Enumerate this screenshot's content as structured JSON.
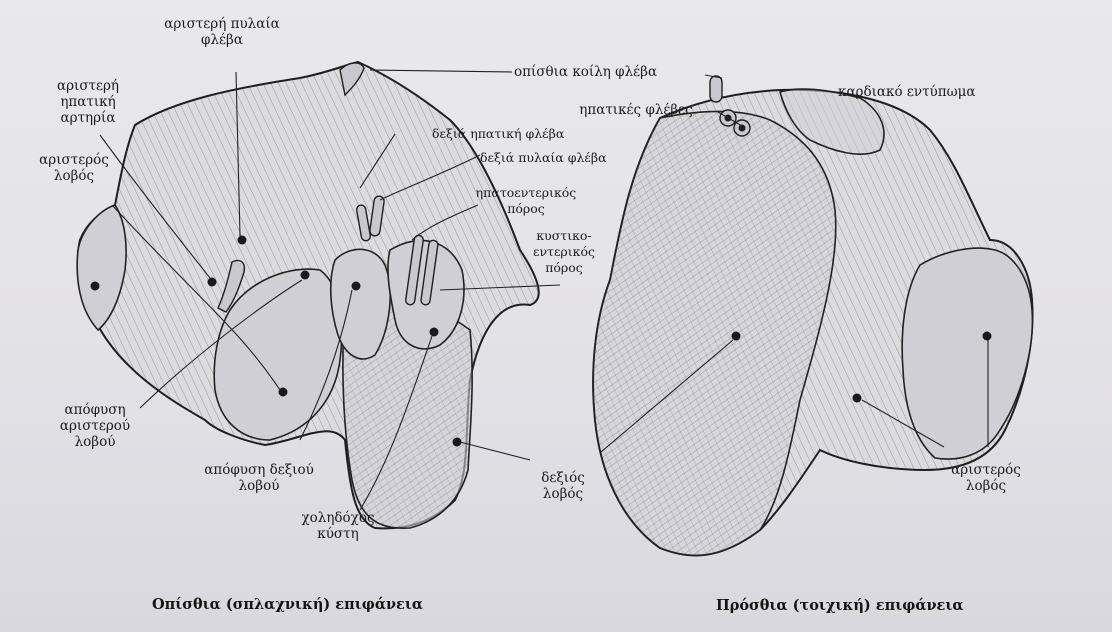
{
  "posterior_view": {
    "caption": "Οπίσθια (σπλαχνική) επιφάνεια",
    "labels": {
      "left_portal_vein": "αριστερή πυλαία\nφλέβα",
      "left_hepatic_artery": "αριστερή\nηπατική\nαρτηρία",
      "left_lobe": "αριστερός\nλοβός",
      "inferior_vena_cava": "οπίσθια κοίλη φλέβα",
      "right_hepatic_vein": "δεξιά ηπατική φλέβα",
      "right_portal_vein": "δεξιά πυλαία φλέβα",
      "hepatoenteric_duct": "ηπατοεντερικός\nπόρος",
      "cystoenteric_duct": "κυστικο-\nεντερικός\nπόρος",
      "left_lobe_process": "απόφυση\nαριστερού\nλοβού",
      "right_lobe_process": "απόφυση δεξιού\nλοβού",
      "gallbladder": "χοληδόχος\nκύστη",
      "right_lobe": "δεξιός\nλοβός"
    }
  },
  "anterior_view": {
    "caption": "Πρόσθια (τοιχική) επιφάνεια",
    "labels": {
      "hepatic_veins": "ηπατικές φλέβες",
      "cardiac_impression": "καρδιακό εντύπωμα",
      "left_lobe": "αριστερός\nλοβός"
    }
  }
}
